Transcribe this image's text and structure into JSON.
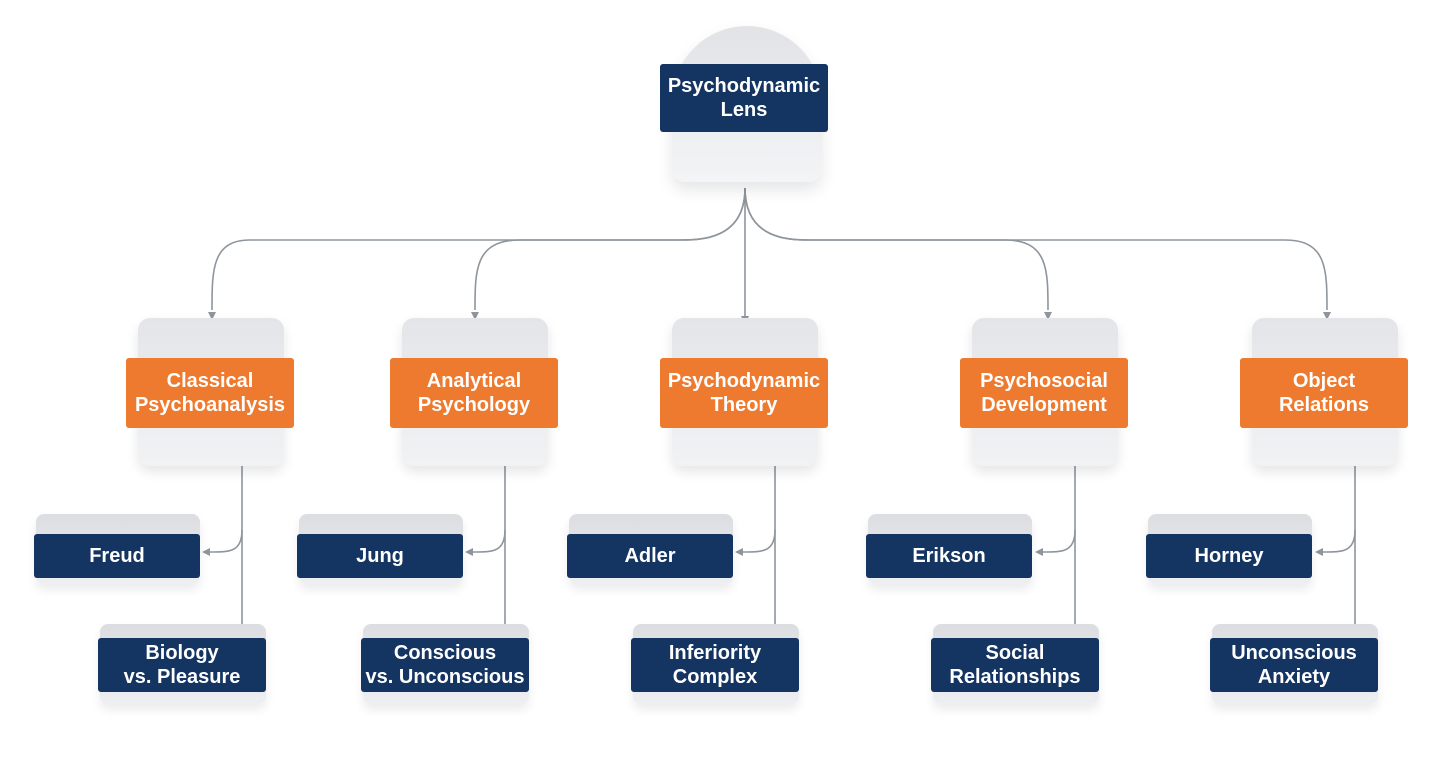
{
  "root": {
    "label": "Psychodynamic\nLens"
  },
  "branches": [
    {
      "label": "Classical\nPsychoanalysis",
      "person": "Freud",
      "concept": "Biology\nvs. Pleasure"
    },
    {
      "label": "Analytical\nPsychology",
      "person": "Jung",
      "concept": "Conscious\nvs. Unconscious"
    },
    {
      "label": "Psychodynamic\nTheory",
      "person": "Adler",
      "concept": "Inferiority\nComplex"
    },
    {
      "label": "Psychosocial\nDevelopment",
      "person": "Erikson",
      "concept": "Social\nRelationships"
    },
    {
      "label": "Object\nRelations",
      "person": "Horney",
      "concept": "Unconscious\nAnxiety"
    }
  ],
  "colors": {
    "navy": "#143462",
    "orange": "#ee7a2f",
    "connector": "#8e959c"
  }
}
